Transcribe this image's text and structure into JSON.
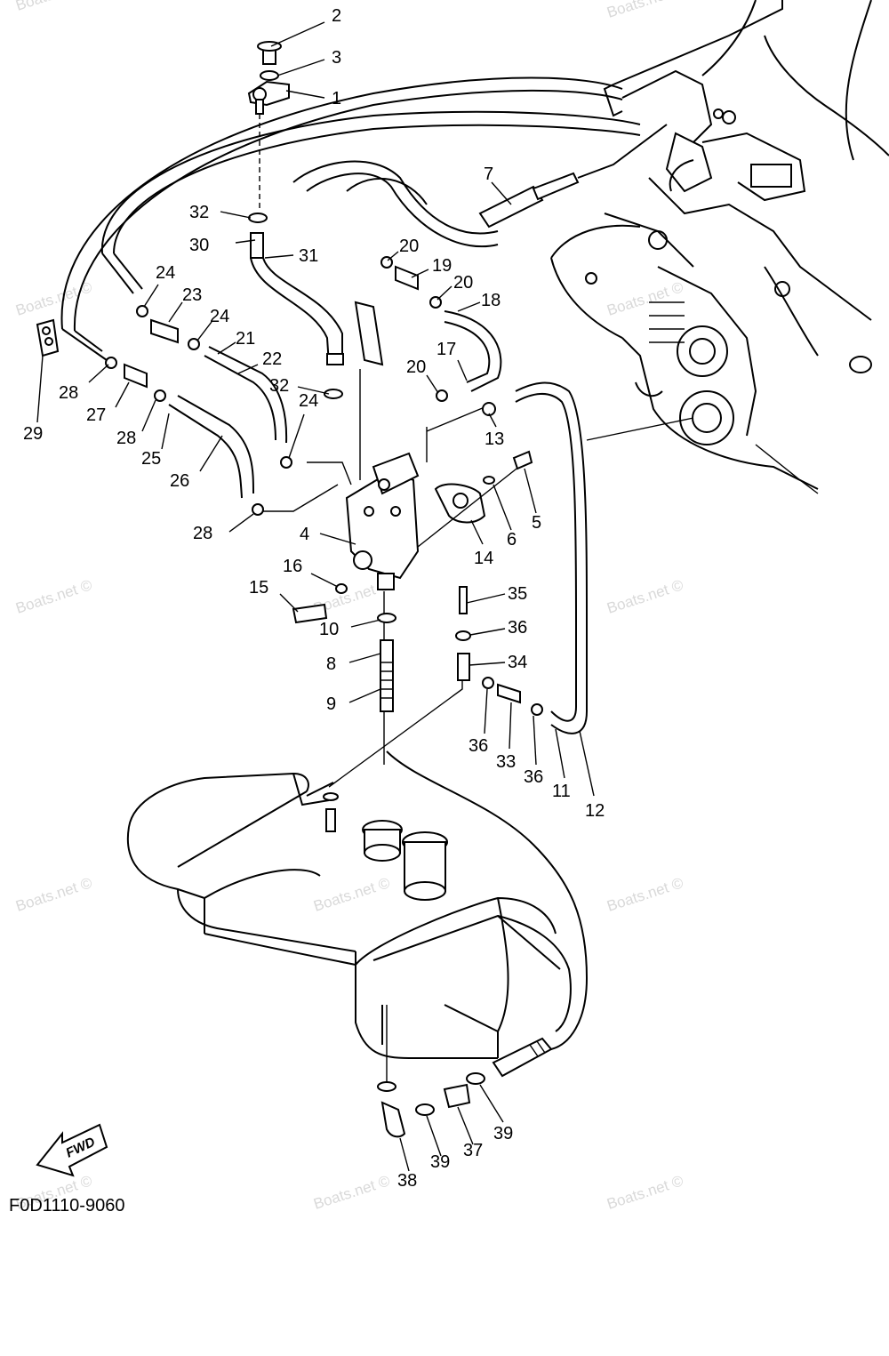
{
  "diagram": {
    "code": "F0D1110-9060",
    "fwd_label": "FWD",
    "watermark": "Boats.net ©",
    "part_labels": [
      {
        "id": "l2",
        "text": "2"
      },
      {
        "id": "l3",
        "text": "3"
      },
      {
        "id": "l1",
        "text": "1"
      },
      {
        "id": "l7",
        "text": "7"
      },
      {
        "id": "l32a",
        "text": "32"
      },
      {
        "id": "l30",
        "text": "30"
      },
      {
        "id": "l31",
        "text": "31"
      },
      {
        "id": "l20a",
        "text": "20"
      },
      {
        "id": "l19",
        "text": "19"
      },
      {
        "id": "l20b",
        "text": "20"
      },
      {
        "id": "l18",
        "text": "18"
      },
      {
        "id": "l24a",
        "text": "24"
      },
      {
        "id": "l23",
        "text": "23"
      },
      {
        "id": "l24b",
        "text": "24"
      },
      {
        "id": "l21",
        "text": "21"
      },
      {
        "id": "l22",
        "text": "22"
      },
      {
        "id": "l17",
        "text": "17"
      },
      {
        "id": "l20c",
        "text": "20"
      },
      {
        "id": "l32b",
        "text": "32"
      },
      {
        "id": "l28a",
        "text": "28"
      },
      {
        "id": "l27",
        "text": "27"
      },
      {
        "id": "l29",
        "text": "29"
      },
      {
        "id": "l28b",
        "text": "28"
      },
      {
        "id": "l25",
        "text": "25"
      },
      {
        "id": "l26",
        "text": "26"
      },
      {
        "id": "l24c",
        "text": "24"
      },
      {
        "id": "l13",
        "text": "13"
      },
      {
        "id": "l5",
        "text": "5"
      },
      {
        "id": "l6",
        "text": "6"
      },
      {
        "id": "l14",
        "text": "14"
      },
      {
        "id": "l28c",
        "text": "28"
      },
      {
        "id": "l4",
        "text": "4"
      },
      {
        "id": "l16",
        "text": "16"
      },
      {
        "id": "l15",
        "text": "15"
      },
      {
        "id": "l10",
        "text": "10"
      },
      {
        "id": "l35",
        "text": "35"
      },
      {
        "id": "l36a",
        "text": "36"
      },
      {
        "id": "l34",
        "text": "34"
      },
      {
        "id": "l8",
        "text": "8"
      },
      {
        "id": "l9",
        "text": "9"
      },
      {
        "id": "l36b",
        "text": "36"
      },
      {
        "id": "l33",
        "text": "33"
      },
      {
        "id": "l36c",
        "text": "36"
      },
      {
        "id": "l11",
        "text": "11"
      },
      {
        "id": "l12",
        "text": "12"
      },
      {
        "id": "l39a",
        "text": "39"
      },
      {
        "id": "l37",
        "text": "37"
      },
      {
        "id": "l39b",
        "text": "39"
      },
      {
        "id": "l38",
        "text": "38"
      }
    ]
  }
}
